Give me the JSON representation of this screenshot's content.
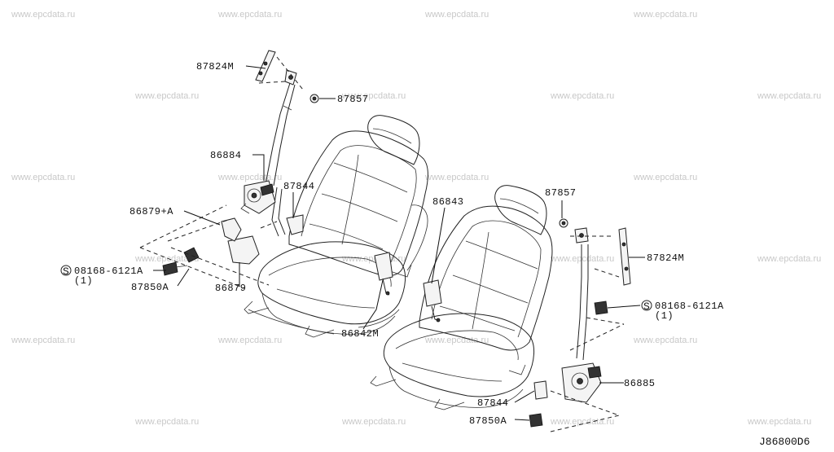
{
  "watermark": "www.epcdata.ru",
  "diagram_code": "J86800D6",
  "labels": {
    "p87824M_a": "87824M",
    "p87857_a": "87857",
    "p86884": "86884",
    "p87844_a": "87844",
    "p86879A": "86879+A",
    "p08168_a": "08168-6121A",
    "qty_a": "(1)",
    "p87850A_a": "87850A",
    "p86879": "86879",
    "p86842M": "86842M",
    "p86843": "86843",
    "p87857_b": "87857",
    "p87824M_b": "87824M",
    "p08168_b": "08168-6121A",
    "qty_b": "(1)",
    "p86885": "86885",
    "p87844_b": "87844",
    "p87850A_b": "87850A"
  }
}
